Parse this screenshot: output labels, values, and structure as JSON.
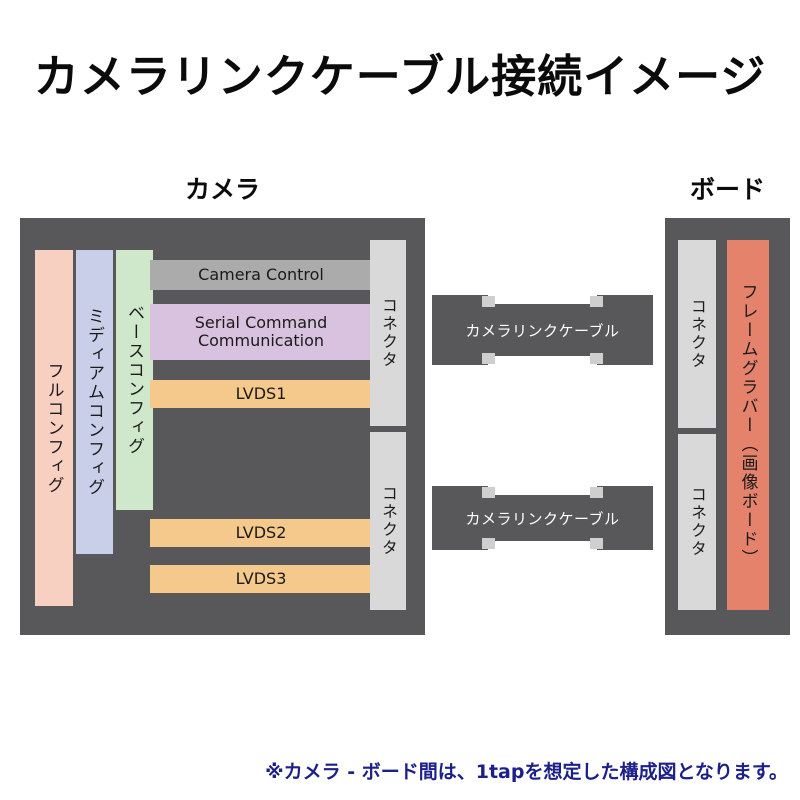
{
  "title": "カメラリンクケーブル接続イメージ",
  "camera": {
    "label": "カメラ",
    "configs": [
      {
        "id": "full",
        "label": "フルコンフィグ",
        "color": "#f8d0c2"
      },
      {
        "id": "medium",
        "label": "ミディアムコンフィグ",
        "color": "#c9cee9"
      },
      {
        "id": "base",
        "label": "ベースコンフィグ",
        "color": "#cfe7ca"
      }
    ],
    "signals": [
      {
        "id": "camera-control",
        "label": "Camera Control",
        "color": "#ababab"
      },
      {
        "id": "serial-command",
        "label": "Serial Command Communication",
        "color": "#d9c2df"
      },
      {
        "id": "lvds1",
        "label": "LVDS1",
        "color": "#f5c88c"
      },
      {
        "id": "lvds2",
        "label": "LVDS2",
        "color": "#f5c88c"
      },
      {
        "id": "lvds3",
        "label": "LVDS3",
        "color": "#f5c88c"
      }
    ],
    "connectors": [
      "コネクタ",
      "コネクタ"
    ]
  },
  "cables": [
    {
      "label": "カメラリンクケーブル"
    },
    {
      "label": "カメラリンクケーブル"
    }
  ],
  "board": {
    "label": "ボード",
    "connectors": [
      "コネクタ",
      "コネクタ"
    ],
    "framegrabber": "フレームグラバー（画像ボード）",
    "framegrabber_color": "#e5826b"
  },
  "note": "※カメラ - ボード間は、1tapを想定した構成図となります。",
  "colors": {
    "box_dark_gray": "#58585a",
    "connector_gray": "#d9d9d9",
    "cable_tab_gray": "#cfcfcf",
    "note_blue": "#1d2088",
    "background": "#ffffff"
  }
}
